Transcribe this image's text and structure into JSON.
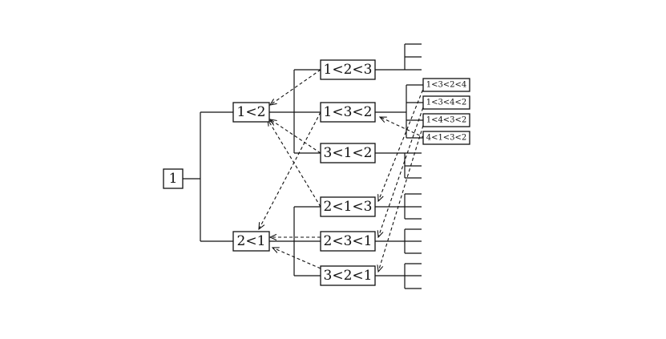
{
  "diagram": {
    "nodes": {
      "root": "1",
      "l1a": "1<2",
      "l1b": "2<1",
      "l2a": "1<2<3",
      "l2b": "1<3<2",
      "l2c": "3<1<2",
      "l2d": "2<1<3",
      "l2e": "2<3<1",
      "l2f": "3<2<1",
      "l3a": "1<3<2<4",
      "l3b": "1<3<4<2",
      "l3c": "1<4<3<2",
      "l3d": "4<1<3<2"
    }
  }
}
